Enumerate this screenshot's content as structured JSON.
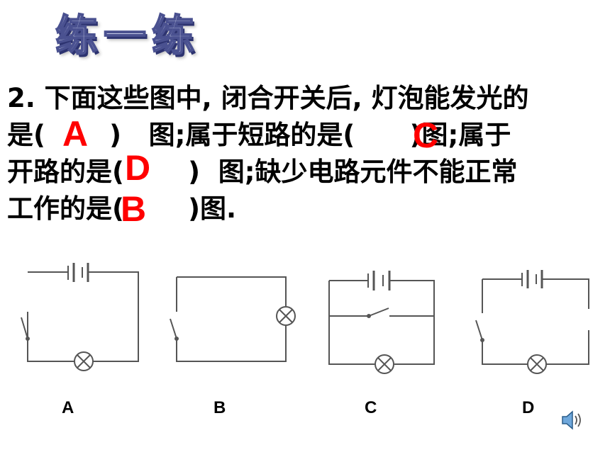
{
  "title": "练一练",
  "question": {
    "number": "2",
    "lines": [
      ". 下面这些图中, 闭合开关后, 灯泡能发光的",
      "是(       )   图;属于短路的是(      )图;属于",
      "开路的是(       )  图;缺少电路元件不能正常",
      "工作的是(       )图."
    ]
  },
  "answers": {
    "lit": "A",
    "short": "C",
    "open": "D",
    "missing": "B"
  },
  "diagrams": [
    "A",
    "B",
    "C",
    "D"
  ],
  "colors": {
    "answer": "#ff0000",
    "title_fill": "#c6cbe6",
    "title_outline": "#4a5190",
    "wire": "#555555"
  },
  "icons": {
    "speaker": "speaker-icon"
  }
}
